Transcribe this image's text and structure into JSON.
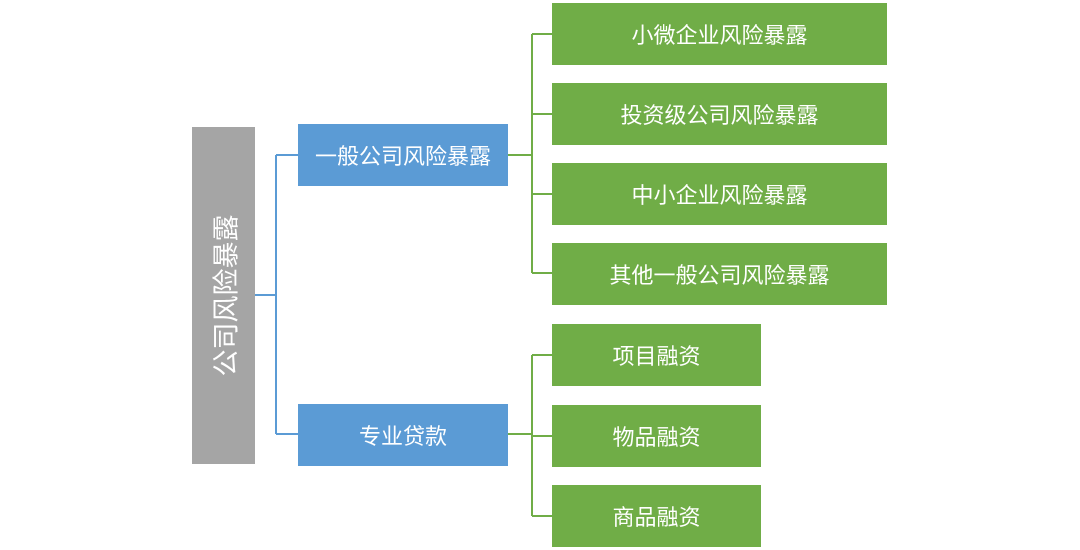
{
  "diagram": {
    "root": {
      "label": "公司风险暴露"
    },
    "branches": [
      {
        "label": "一般公司风险暴露",
        "children": [
          "小微企业风险暴露",
          "投资级公司风险暴露",
          "中小企业风险暴露",
          "其他一般公司风险暴露"
        ]
      },
      {
        "label": "专业贷款",
        "children": [
          "项目融资",
          "物品融资",
          "商品融资"
        ]
      }
    ]
  },
  "colors": {
    "root": "#a5a5a5",
    "branch": "#5b9bd5",
    "leaf": "#70ad47",
    "root_connector": "#5b9bd5",
    "leaf_connector": "#70ad47"
  }
}
